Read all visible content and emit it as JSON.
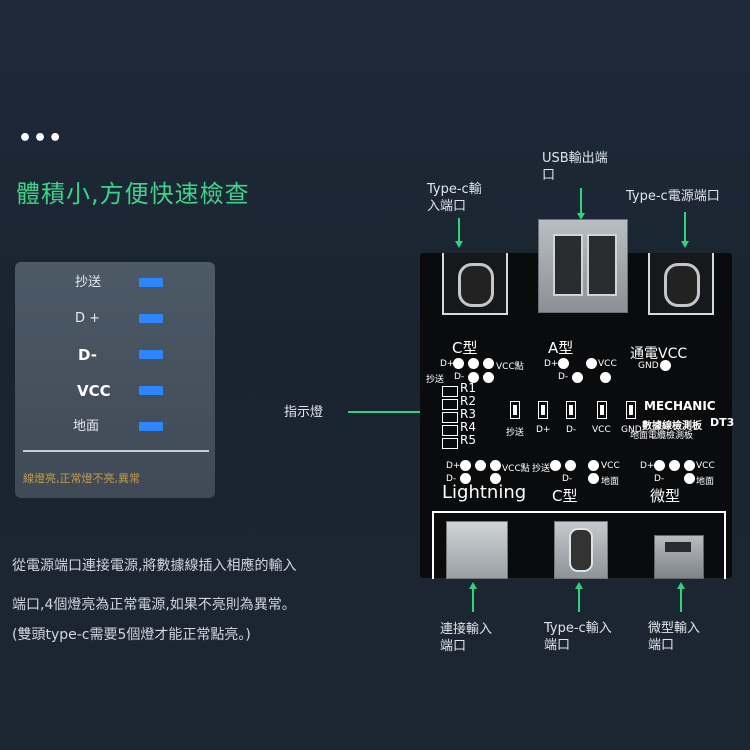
{
  "headline": "體積小,方便快速檢查",
  "menu_dots": "•••",
  "legend": {
    "items": [
      {
        "label": "抄送",
        "bold": false
      },
      {
        "label": "D +",
        "bold": false
      },
      {
        "label": "D-",
        "bold": true
      },
      {
        "label": "VCC",
        "bold": true
      },
      {
        "label": "地面",
        "bold": false
      }
    ],
    "bar_color": "#2e86ff",
    "note": "線燈亮,正常燈不亮,異常"
  },
  "body": {
    "line1": "從電源端口連接電源,將數據線插入相應的輸入",
    "line2": "端口,4個燈亮為正常電源,如果不亮則為異常。",
    "line3": "(雙頭type-c需要5個燈才能正常點亮。)"
  },
  "callouts": {
    "typec_input": [
      "Type-c輸",
      "入端口"
    ],
    "usb_output": [
      "USB輸出端",
      "口"
    ],
    "typec_power": [
      "Type-c電源端口"
    ],
    "indicator": [
      "指示燈"
    ],
    "lightning_input": [
      "連接輸入",
      "端口"
    ],
    "typec_input_bottom": [
      "Type-c輸入",
      "端口"
    ],
    "micro_input": [
      "微型輸入",
      "端口"
    ]
  },
  "board": {
    "label_c": "C型",
    "label_a": "A型",
    "label_power": "通電VCC",
    "label_lightning": "Lightning",
    "label_c2": "C型",
    "label_micro": "微型",
    "pin_dp": "D+",
    "pin_dm": "D-",
    "pin_vcc": "VCC",
    "pin_vcc_pt": "VCC點",
    "pin_gnd": "GND",
    "pin_cc": "抄送",
    "pin_ground": "地面",
    "r_labels": [
      "R1",
      "R2",
      "R3",
      "R4",
      "R5"
    ],
    "led_labels": [
      "抄送",
      "D+",
      "D-",
      "VCC",
      "GND"
    ],
    "logo": "MECHANIC",
    "model": "DT3",
    "product_name": "數據線檢測板",
    "sub_label": "地面電纜檢測板"
  },
  "colors": {
    "accent_green": "#2fd37a",
    "headline_green": "#3fd38a",
    "legend_blue": "#2e86ff"
  }
}
